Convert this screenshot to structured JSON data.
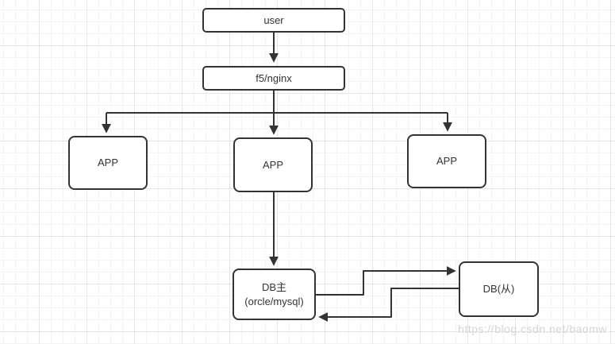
{
  "diagram": {
    "nodes": {
      "user": {
        "label": "user"
      },
      "lb": {
        "label": "f5/nginx"
      },
      "app_left": {
        "label": "APP"
      },
      "app_mid": {
        "label": "APP"
      },
      "app_right": {
        "label": "APP"
      },
      "db_master": {
        "label_line1": "DB主",
        "label_line2": "(orcle/mysql)"
      },
      "db_slave": {
        "label": "DB(从)"
      }
    },
    "edges": [
      "user -> f5/nginx",
      "f5/nginx -> APP (left)",
      "f5/nginx -> APP (middle)",
      "f5/nginx -> APP (right)",
      "APP (middle) -> DB主",
      "DB主 -> DB(从)",
      "DB(从) -> DB主"
    ],
    "watermark": "https://blog.csdn.net/baomw",
    "colors": {
      "stroke": "#333333",
      "node_fill": "#ffffff",
      "grid_minor": "#f3f3f3",
      "grid_major": "#e4e4e4",
      "watermark": "#d5d5d5"
    }
  }
}
